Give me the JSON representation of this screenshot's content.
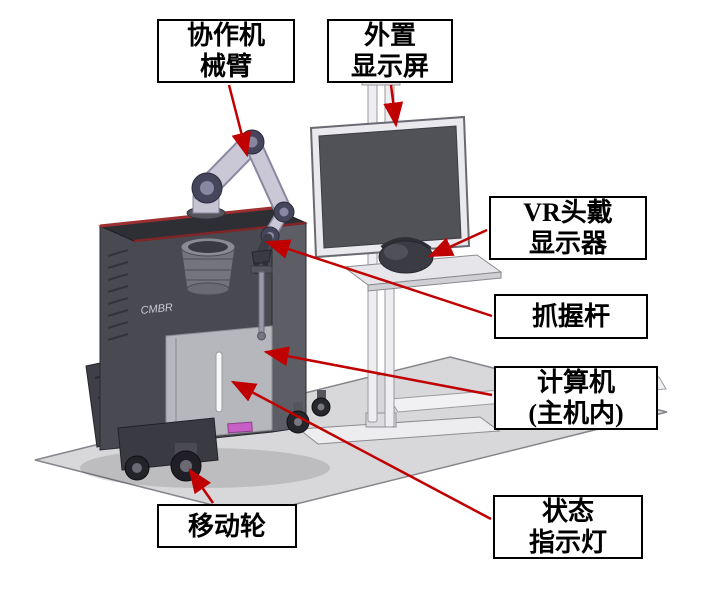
{
  "callouts": {
    "robot_arm": {
      "lines": [
        "协作机",
        "械臂"
      ]
    },
    "external_display": {
      "lines": [
        "外置",
        "显示屏"
      ]
    },
    "vr_headset": {
      "lines": [
        "VR头戴",
        "显示器"
      ]
    },
    "grip_bar": {
      "lines": [
        "抓握杆"
      ]
    },
    "computer": {
      "lines": [
        "计算机",
        "(主机内)"
      ]
    },
    "mobile_wheel": {
      "lines": [
        "移动轮"
      ]
    },
    "status_light": {
      "lines": [
        "状态",
        "指示灯"
      ]
    }
  },
  "illustration": {
    "robot_logo": "CMBR",
    "arrow_color": "#c00000",
    "label_border_color": "#000000",
    "label_bg_color": "#ffffff"
  }
}
